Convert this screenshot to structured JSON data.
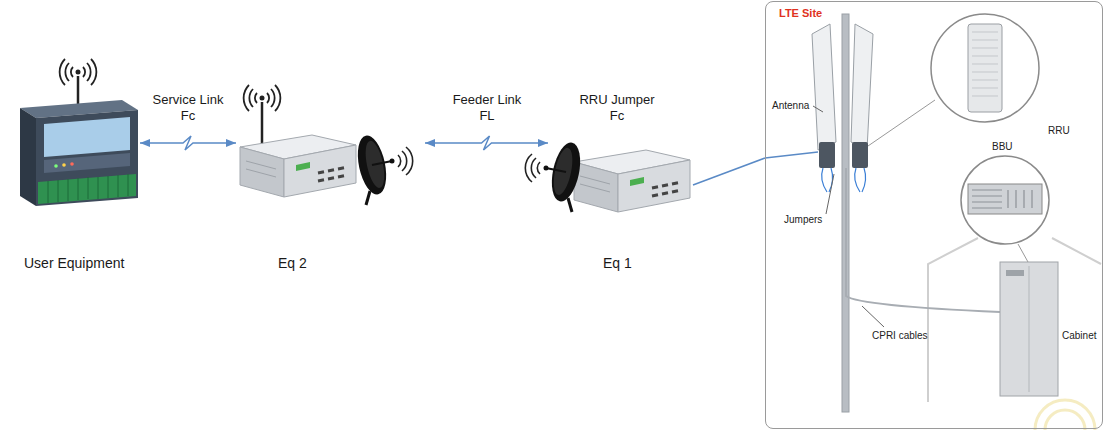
{
  "diagram": {
    "nodes": [
      {
        "text": [
          "User Equipment"
        ]
      },
      {
        "text": [
          "Eq 2"
        ]
      },
      {
        "text": [
          "Eq 1"
        ]
      },
      {
        "text": [
          "LTE Site"
        ]
      }
    ],
    "edges": [
      {
        "from": 0,
        "to": 1,
        "arrow": "both",
        "label": "Service Link Fc"
      },
      {
        "from": 1,
        "to": 2,
        "arrow": "both",
        "label": "Feeder Link FL"
      },
      {
        "from": 2,
        "to": 3,
        "arrow": "none",
        "label": "RRU Jumper Fc"
      }
    ],
    "labels": [
      "Antenna",
      "RRU",
      "BBU",
      "Jumpers",
      "CPRI cables",
      "Cabinet"
    ]
  }
}
